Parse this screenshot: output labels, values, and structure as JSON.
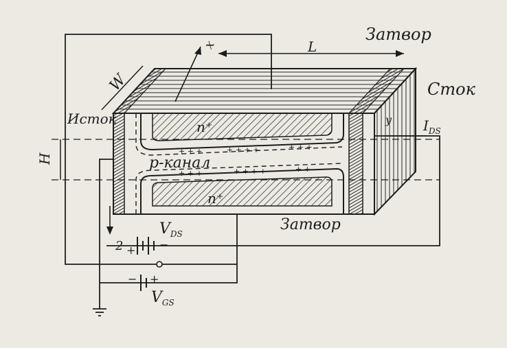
{
  "diagram": {
    "labels": {
      "gate_top": "Затвор",
      "gate_bottom": "Затвор",
      "drain": "Сток",
      "source": "Исток",
      "channel": "p-канал",
      "n_plus_top": "n⁺",
      "n_plus_bottom": "n⁺",
      "width": "W",
      "length": "L",
      "height": "H",
      "x_axis": "x",
      "y_axis": "y",
      "current": "I",
      "current_sub": "DS",
      "vds": "V",
      "vds_sub": "DS",
      "vgs": "V",
      "vgs_sub": "GS",
      "plus_top": "+",
      "minus_top": "−",
      "minus_bottom": "−",
      "plus_bottom": "+",
      "node_number": "2"
    },
    "colors": {
      "ink": "#1d1d1d",
      "paper": "#eceae3",
      "hatch": "#3a3a3a"
    }
  }
}
